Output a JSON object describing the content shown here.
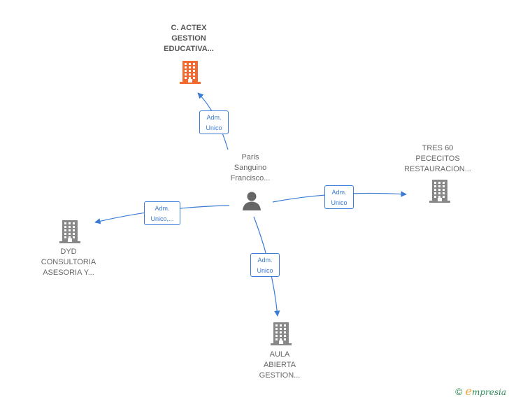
{
  "center": {
    "label": "Paris\nSanguino\nFrancisco..."
  },
  "nodes": {
    "actex": {
      "label": "C.  ACTEX\nGESTION\nEDUCATIVA...",
      "color": "#f26a30"
    },
    "tres60": {
      "label": "TRES 60\nPECECITOS\nRESTAURACION...",
      "color": "#888888"
    },
    "dyd": {
      "label": "DYD\nCONSULTORIA\nASESORIA Y...",
      "color": "#888888"
    },
    "aula": {
      "label": "AULA\nABIERTA\nGESTION...",
      "color": "#888888"
    }
  },
  "edges": {
    "actex": {
      "label": "Adm.\nUnico"
    },
    "tres60": {
      "label": "Adm.\nUnico"
    },
    "dyd": {
      "label": "Adm.\nUnico,..."
    },
    "aula": {
      "label": "Adm.\nUnico"
    }
  },
  "colors": {
    "edge": "#3a7bd5",
    "person": "#666666"
  },
  "footer": {
    "copyright": "©",
    "brand_initial": "e",
    "brand_rest": "mpresia"
  }
}
